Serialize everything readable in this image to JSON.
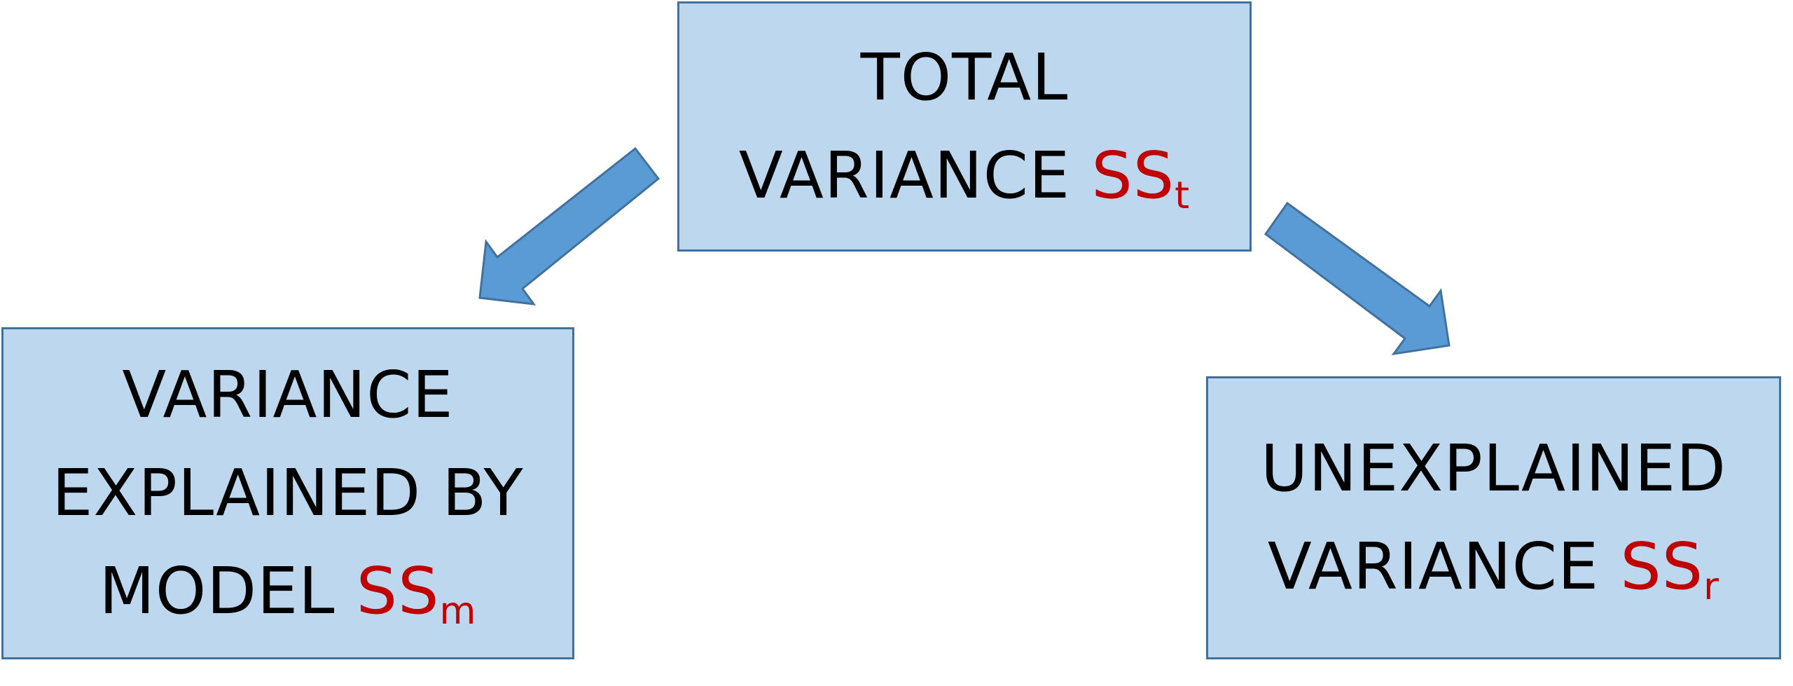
{
  "colors": {
    "box_fill": "#bdd7ee",
    "box_border": "#41719c",
    "arrow_fill": "#5b9bd5",
    "symbol": "#c00000"
  },
  "total": {
    "line1": "TOTAL",
    "line2": "VARIANCE",
    "symbol": "SS",
    "subscript": "t"
  },
  "model": {
    "line1": "VARIANCE",
    "line2": "EXPLAINED BY",
    "line3": "MODEL",
    "symbol": "SS",
    "subscript": "m"
  },
  "unexplained": {
    "line1": "UNEXPLAINED",
    "line2": "VARIANCE",
    "symbol": "SS",
    "subscript": "r"
  },
  "arrows": [
    {
      "from": "total",
      "to": "model"
    },
    {
      "from": "total",
      "to": "unexplained"
    }
  ]
}
